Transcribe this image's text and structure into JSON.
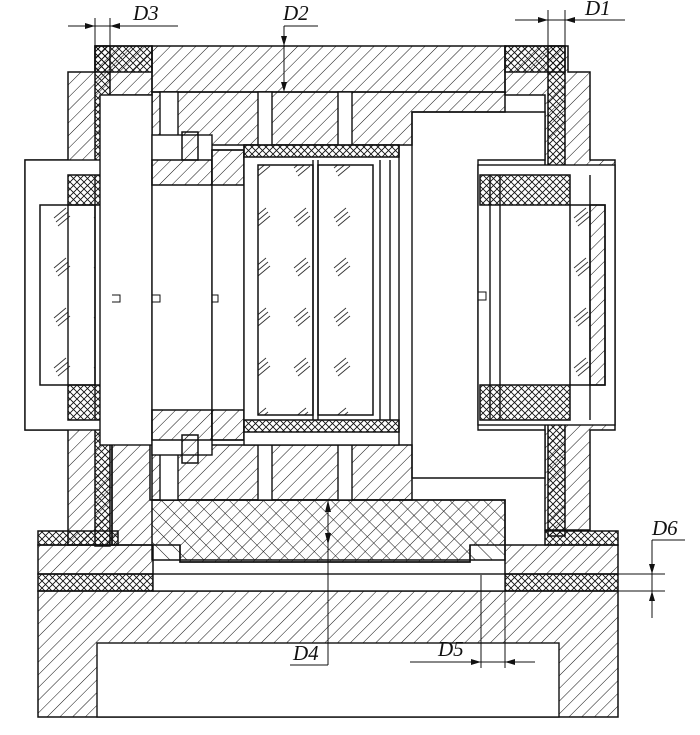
{
  "figure": {
    "dimension_labels": {
      "d1": "D1",
      "d2": "D2",
      "d3": "D3",
      "d4": "D4",
      "d5": "D5",
      "d6": "D6"
    },
    "colors": {
      "line": "#111111",
      "background": "#ffffff"
    }
  }
}
